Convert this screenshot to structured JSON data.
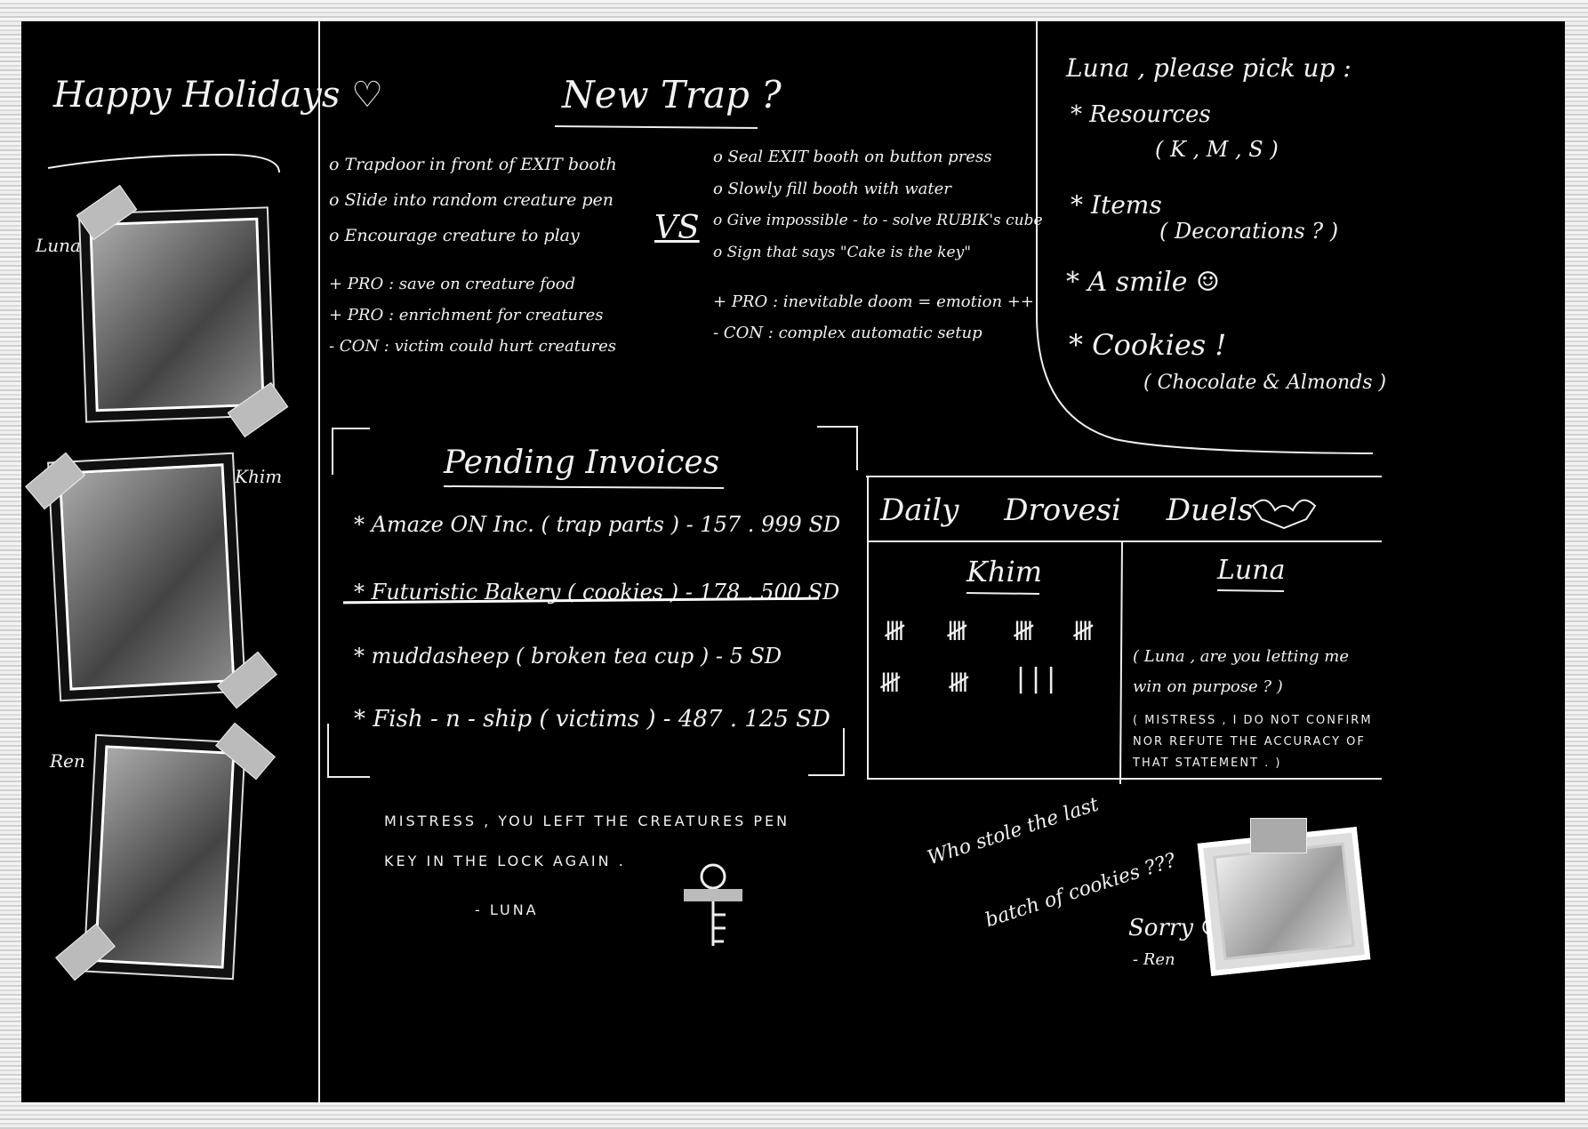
{
  "greeting": "Happy Holidays ♡",
  "names": {
    "luna": "Luna",
    "khim": "Khim",
    "ren": "Ren"
  },
  "trap": {
    "title": "New Trap ?",
    "left": [
      "o Trapdoor in front of EXIT booth",
      "o Slide into random creature pen",
      "o Encourage creature to play"
    ],
    "left_pros": [
      "+ PRO : save on creature food",
      "+ PRO : enrichment for creatures",
      "- CON : victim could hurt creatures"
    ],
    "vs": "VS",
    "right": [
      "o Seal EXIT booth on button press",
      "o Slowly fill booth with water",
      "o Give impossible - to - solve RUBIK's cube",
      "o Sign that says \"Cake is the key\""
    ],
    "right_pros": [
      "+ PRO : inevitable doom = emotion ++",
      "- CON : complex automatic setup"
    ]
  },
  "pickup": {
    "title": "Luna , please pick up :",
    "items": [
      {
        "label": "* Resources",
        "sub": "( K , M , S )"
      },
      {
        "label": "* Items",
        "sub": "( Decorations ? )"
      },
      {
        "label": "* A smile ☺",
        "sub": ""
      },
      {
        "label": "* Cookies !",
        "sub": "( Chocolate & Almonds )"
      }
    ]
  },
  "invoices": {
    "title": "Pending Invoices",
    "items": [
      "* Amaze ON Inc. ( trap parts ) - 157 . 999 SD",
      "* Futuristic Bakery ( cookies ) - 178 . 500 SD",
      "* muddasheep ( broken tea cup ) - 5 SD",
      "* Fish - n - ship ( victims ) - 487 . 125 SD"
    ]
  },
  "duels": {
    "title": "Daily Drovesi Duels",
    "col1": "Khim",
    "col2": "Luna",
    "tally_row1": [
      "𝍸",
      "𝍸",
      "𝍸",
      "𝍸"
    ],
    "tally_row2": [
      "𝍸",
      "𝍸",
      "|||"
    ],
    "note1": "( Luna , are you letting me win on purpose ? )",
    "note2": "( MISTRESS , I DO NOT CONFIRM NOR REFUTE THE ACCURACY OF THAT STATEMENT . )"
  },
  "note": {
    "line1": "MISTRESS , YOU LEFT THE CREATURES PEN",
    "line2": "KEY IN THE LOCK AGAIN .",
    "sign": "- LUNA"
  },
  "cookie_q": {
    "line1": "Who stole the last",
    "line2": "batch of cookies ???"
  },
  "sorry": {
    "text": "Sorry ☺",
    "sign": "- Ren"
  }
}
